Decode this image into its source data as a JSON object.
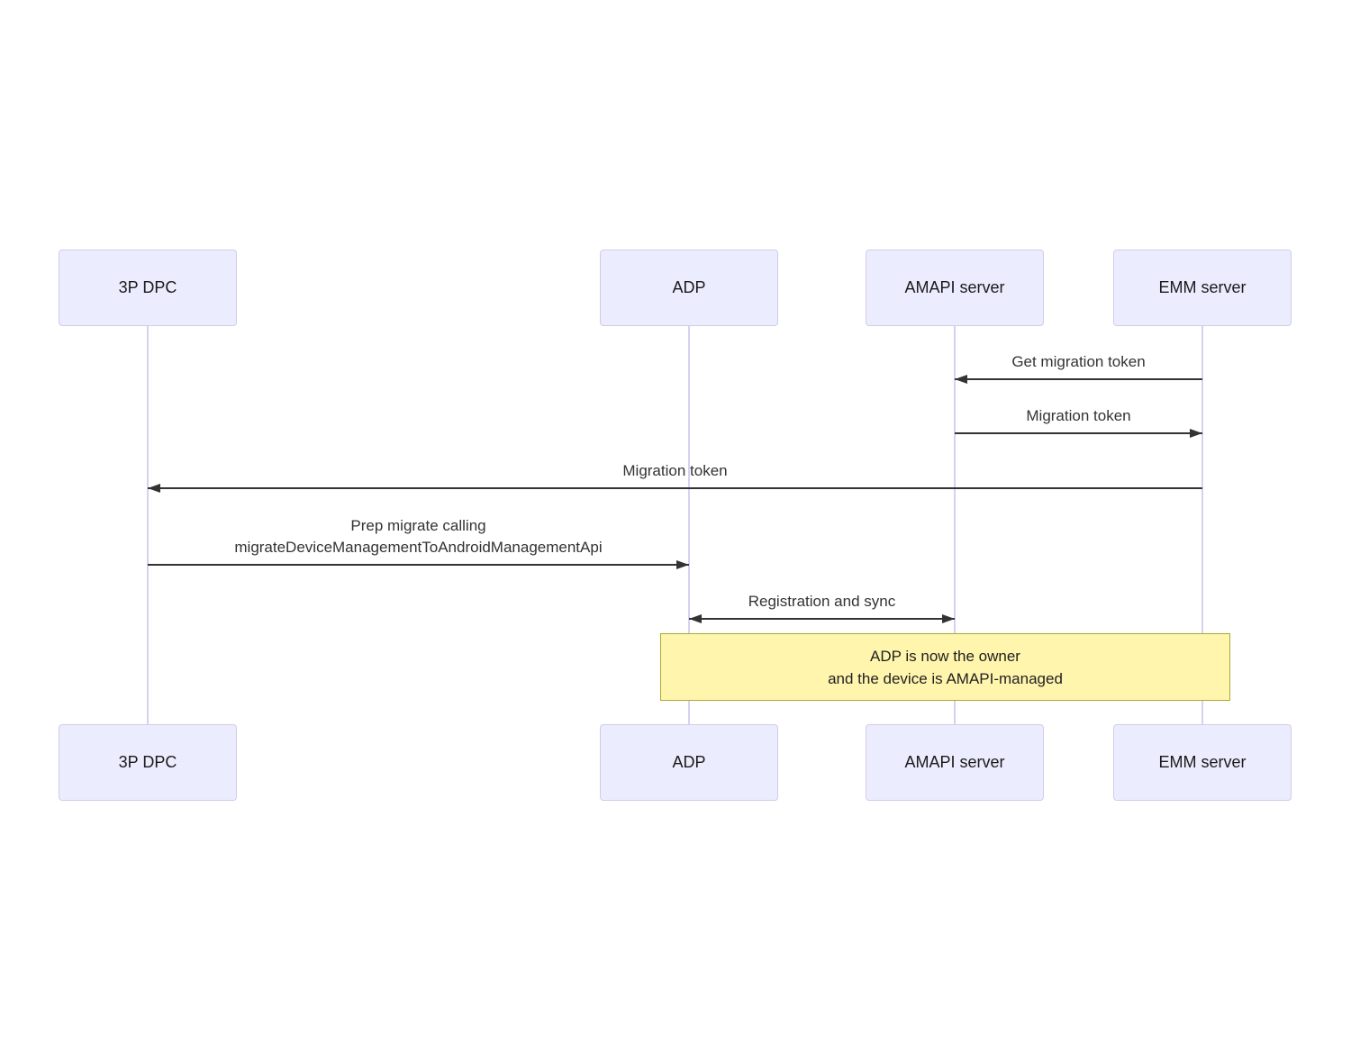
{
  "diagram": {
    "type": "sequence-diagram",
    "actors": [
      {
        "name": "3P DPC"
      },
      {
        "name": "ADP"
      },
      {
        "name": "AMAPI server"
      },
      {
        "name": "EMM server"
      }
    ],
    "messages": [
      {
        "label": "Get migration token",
        "from": "EMM server",
        "to": "AMAPI server",
        "direction": "left"
      },
      {
        "label": "Migration token",
        "from": "AMAPI server",
        "to": "EMM server",
        "direction": "right"
      },
      {
        "label": "Migration token",
        "from": "EMM server",
        "to": "3P DPC",
        "direction": "left"
      },
      {
        "label": "Prep migrate calling",
        "label2": "migrateDeviceManagementToAndroidManagementApi",
        "from": "3P DPC",
        "to": "ADP",
        "direction": "right"
      },
      {
        "label": "Registration and sync",
        "from": "ADP",
        "to": "AMAPI server",
        "direction": "both"
      }
    ],
    "note": {
      "line1": "ADP is now the owner",
      "line2": "and the device is AMAPI-managed",
      "span": [
        "ADP",
        "EMM server"
      ]
    },
    "colors": {
      "actor_fill": "#ececff",
      "actor_border": "#d0cde8",
      "lifeline": "#d8d0f0",
      "arrow": "#333333",
      "text": "#333333",
      "note_fill": "#fff5ad",
      "note_border": "#aaaa33"
    }
  }
}
